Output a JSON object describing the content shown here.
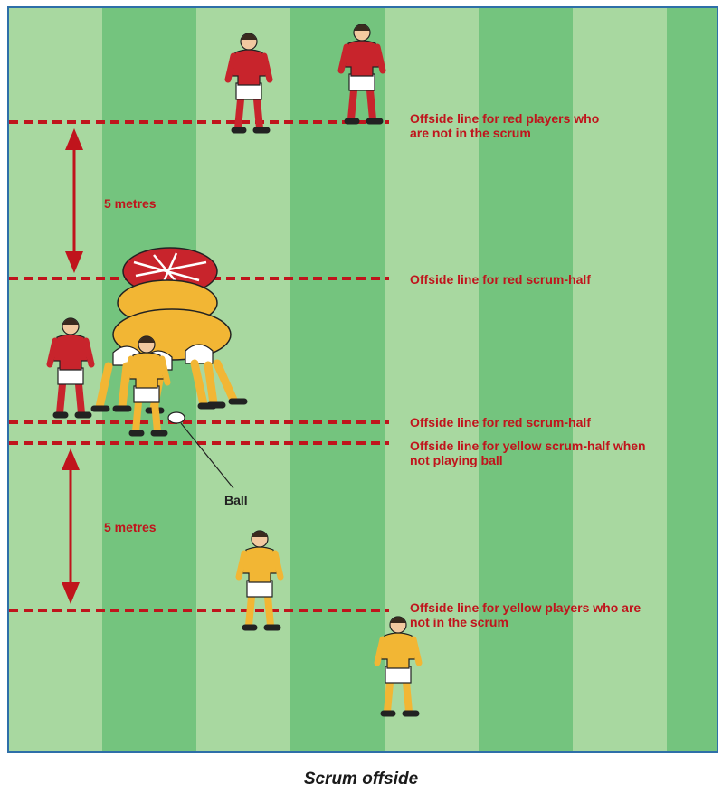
{
  "caption": "Scrum offside",
  "colors": {
    "stripe_light": "#a8d8a0",
    "stripe_dark": "#74c47e",
    "line_red": "#c0141c",
    "label_red": "#c0141c",
    "red_team": "#c8242c",
    "yellow_team": "#f2b634",
    "frame": "#2e6fa8"
  },
  "offside_lines": [
    {
      "label_lines": [
        "Offside line for red players who",
        "are not in the scrum"
      ]
    },
    {
      "label_lines": [
        "Offside line for red scrum-half"
      ]
    },
    {
      "label_lines": [
        "Offside line for red scrum-half"
      ]
    },
    {
      "label_lines": [
        "Offside line for yellow scrum-half when",
        "not playing ball"
      ]
    },
    {
      "label_lines": [
        "Offside line for yellow players who are",
        "not in the scrum"
      ]
    }
  ],
  "distances": [
    {
      "label": "5 metres"
    },
    {
      "label": "5 metres"
    }
  ],
  "ball_label": "Ball",
  "players": [
    {
      "team": "red",
      "role": "red player"
    },
    {
      "team": "red",
      "role": "red player"
    },
    {
      "team": "red",
      "role": "red scrum-half"
    },
    {
      "team": "yellow",
      "role": "yellow scrum-half"
    },
    {
      "team": "yellow",
      "role": "yellow player"
    },
    {
      "team": "yellow",
      "role": "yellow player"
    }
  ]
}
